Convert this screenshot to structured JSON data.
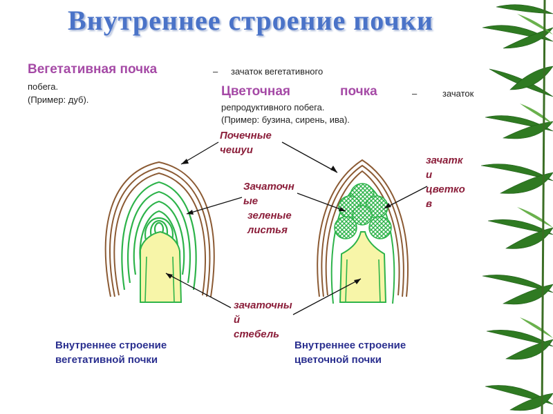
{
  "title": "Внутреннее  строение  почки",
  "vegetative": {
    "term": "Вегетативная  почка",
    "dash": "–",
    "desc_line1": "зачаток  вегетативного",
    "desc_line2": "побега.",
    "example": "(Пример: дуб)."
  },
  "flower": {
    "term": "Цветочная",
    "term2": "почка",
    "dash": "–",
    "desc_word": "зачаток",
    "desc_line2": "репродуктивного побега.",
    "example": "(Пример: бузина, сирень, ива)."
  },
  "labels": {
    "scales_1": "Почечные",
    "scales_2": "чешуи",
    "leaves_1": "Зачаточн",
    "leaves_2": "ые",
    "leaves_3": "зеленые",
    "leaves_4": "листья",
    "flowers_1": "зачатк",
    "flowers_2": "и",
    "flowers_3": "цветко",
    "flowers_4": "в",
    "stem_1": "зачаточны",
    "stem_2": "й",
    "stem_3": "стебель"
  },
  "captions": {
    "veg_1": "Внутреннее  строение",
    "veg_2": "вегетативной  почки",
    "flow_1": "Внутреннее  строение",
    "flow_2": "цветочной  почки"
  },
  "colors": {
    "title": "#4a73c8",
    "term": "#a54aa6",
    "label": "#8b1e3a",
    "caption": "#2a2f8f",
    "scale_brown": "#8b5a33",
    "leaf_green": "#2db34a",
    "stem_yellow": "#f7f5a8"
  }
}
